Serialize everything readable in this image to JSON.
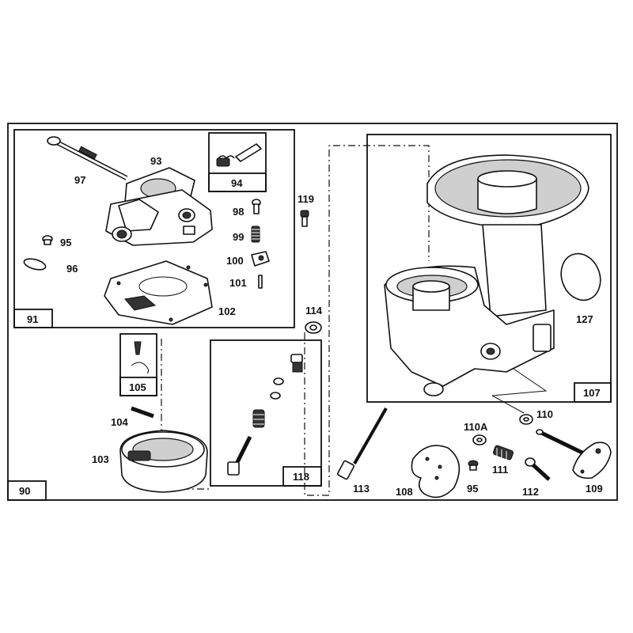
{
  "labels": {
    "p90": "90",
    "p91": "91",
    "p93": "93",
    "p94": "94",
    "p95a": "95",
    "p95b": "95",
    "p96": "96",
    "p97": "97",
    "p98": "98",
    "p99": "99",
    "p100": "100",
    "p101": "101",
    "p102": "102",
    "p103": "103",
    "p104": "104",
    "p105": "105",
    "p107": "107",
    "p108": "108",
    "p109": "109",
    "p110": "110",
    "p110a": "110A",
    "p111": "111",
    "p112": "112",
    "p113": "113",
    "p114": "114",
    "p118": "118",
    "p119": "119",
    "p127": "127"
  }
}
